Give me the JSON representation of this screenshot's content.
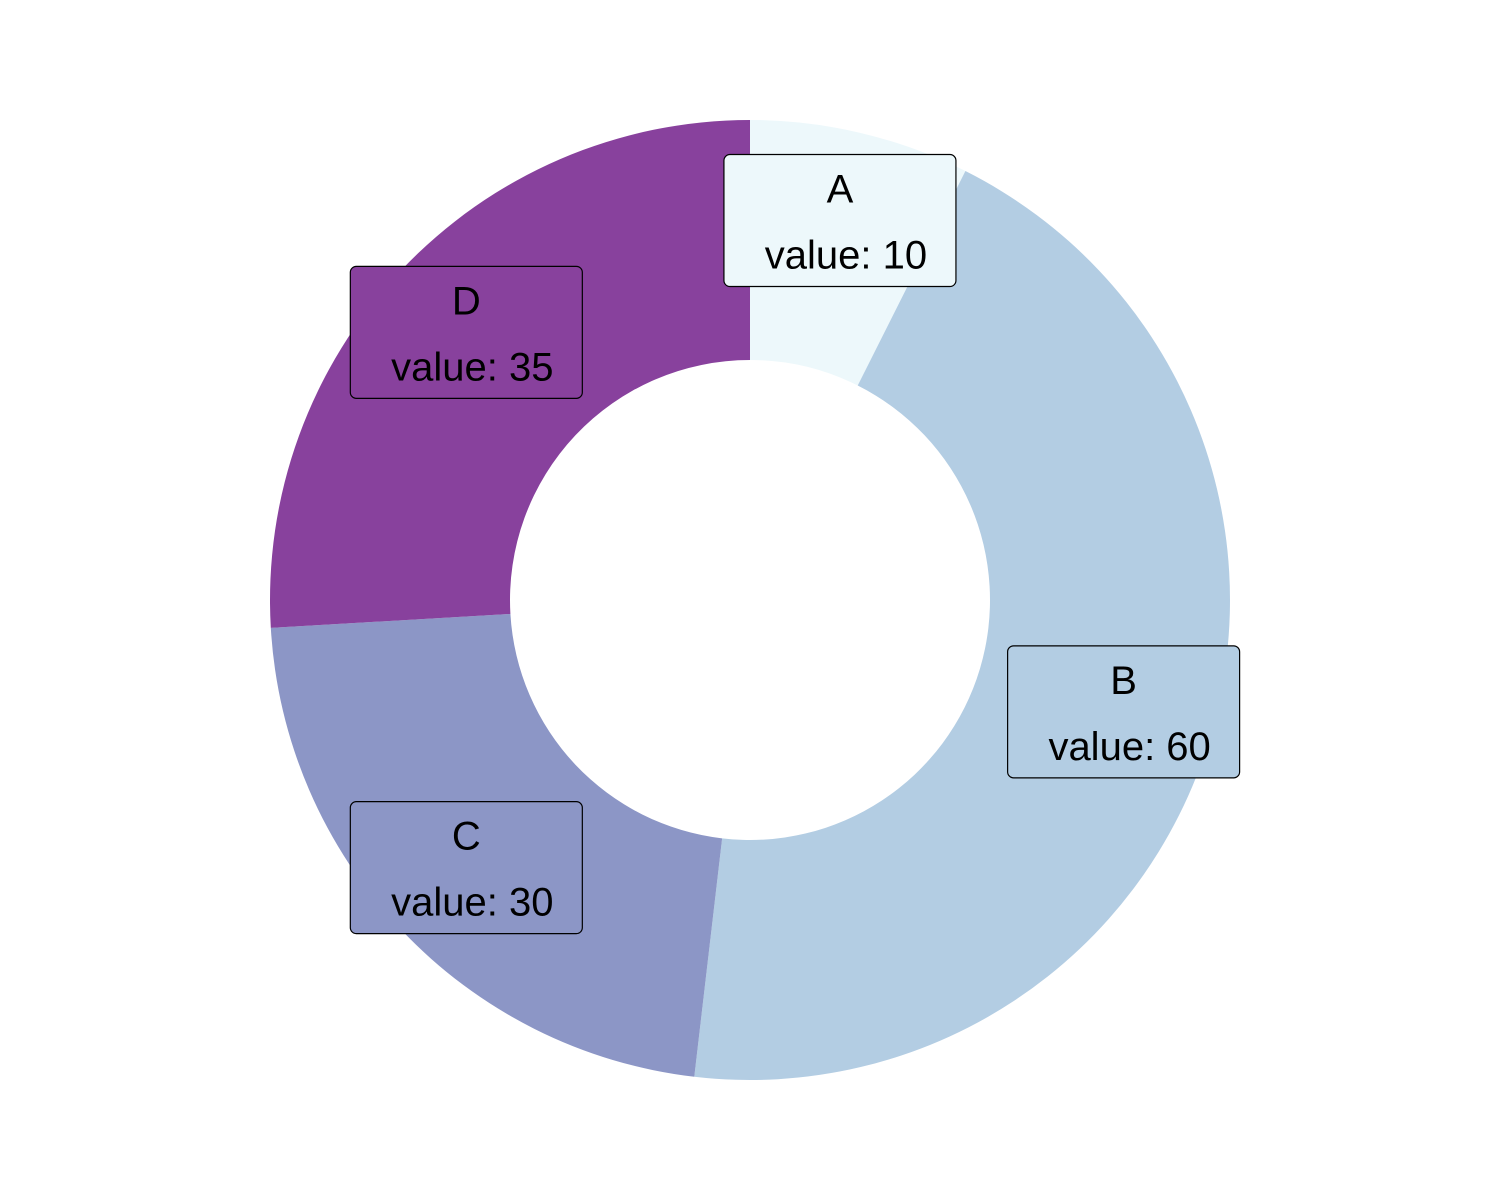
{
  "chart_data": {
    "type": "pie",
    "variant": "donut",
    "title": "",
    "categories": [
      "A",
      "B",
      "C",
      "D"
    ],
    "values": [
      10,
      60,
      30,
      35
    ],
    "value_label_prefix": "value: ",
    "colors": {
      "A": "#edf8fb",
      "B": "#b3cde3",
      "C": "#8c96c6",
      "D": "#88419d"
    },
    "start_angle_deg": 0,
    "direction": "clockwise",
    "legend": "none",
    "grid": false
  }
}
